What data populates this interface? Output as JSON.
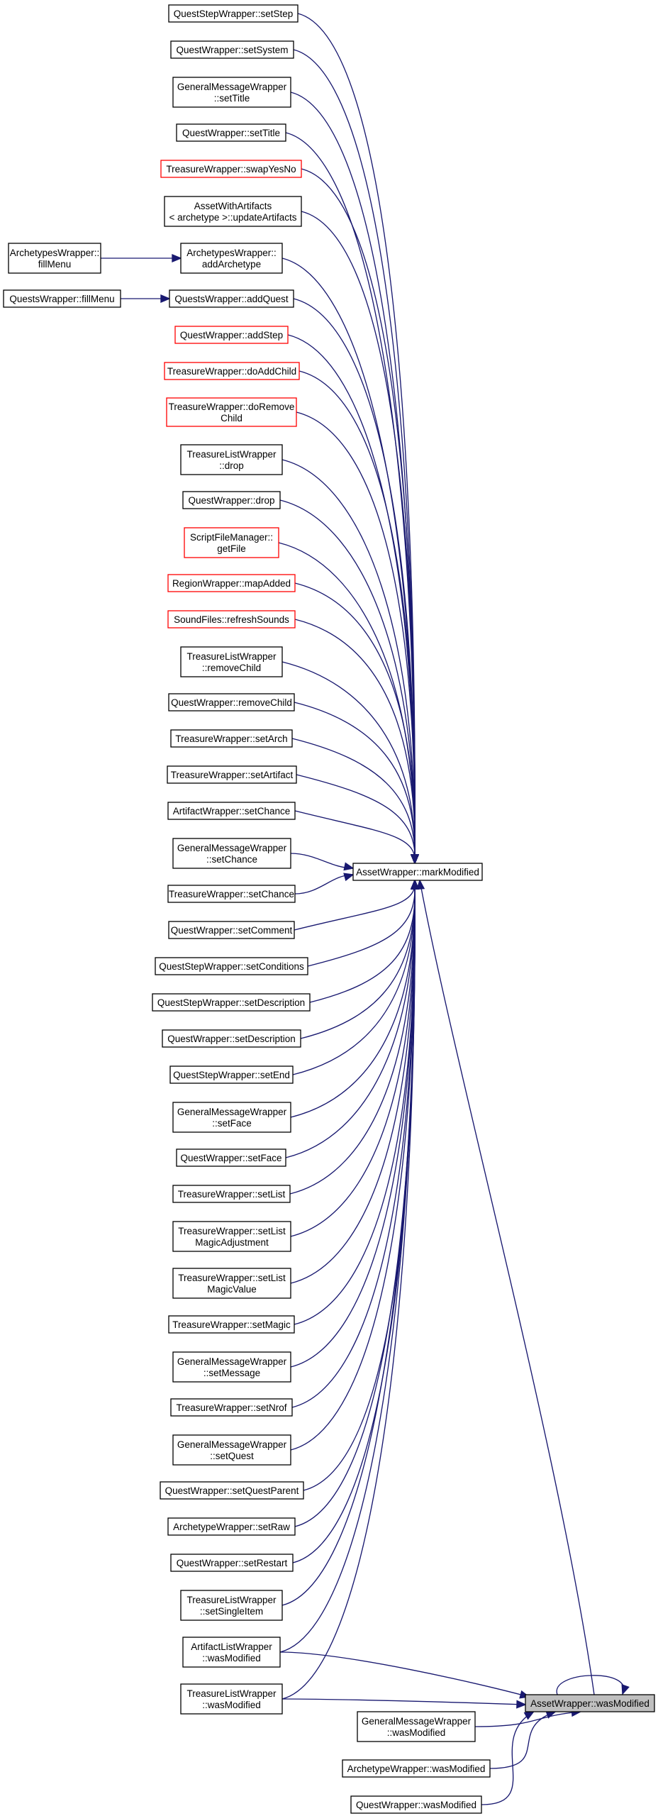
{
  "nodes": [
    {
      "id": "qsw_setStep",
      "lines": [
        "QuestStepWrapper::setStep"
      ],
      "border": "black"
    },
    {
      "id": "qw_setSystem",
      "lines": [
        "QuestWrapper::setSystem"
      ],
      "border": "black"
    },
    {
      "id": "gmw_setTitle",
      "lines": [
        "GeneralMessageWrapper",
        "::setTitle"
      ],
      "border": "black"
    },
    {
      "id": "qw_setTitle",
      "lines": [
        "QuestWrapper::setTitle"
      ],
      "border": "black"
    },
    {
      "id": "tw_swapYesNo",
      "lines": [
        "TreasureWrapper::swapYesNo"
      ],
      "border": "red"
    },
    {
      "id": "awa_updateArtifacts",
      "lines": [
        "AssetWithArtifacts",
        "< archetype >::updateArtifacts"
      ],
      "border": "black"
    },
    {
      "id": "arw_fillMenu",
      "lines": [
        "ArchetypesWrapper::",
        "fillMenu"
      ],
      "border": "black"
    },
    {
      "id": "arw_addArchetype",
      "lines": [
        "ArchetypesWrapper::",
        "addArchetype"
      ],
      "border": "black"
    },
    {
      "id": "qsw_fillMenu",
      "lines": [
        "QuestsWrapper::fillMenu"
      ],
      "border": "black"
    },
    {
      "id": "qsw_addQuest",
      "lines": [
        "QuestsWrapper::addQuest"
      ],
      "border": "black"
    },
    {
      "id": "qw_addStep",
      "lines": [
        "QuestWrapper::addStep"
      ],
      "border": "red"
    },
    {
      "id": "tw_doAddChild",
      "lines": [
        "TreasureWrapper::doAddChild"
      ],
      "border": "red"
    },
    {
      "id": "tw_doRemoveChild",
      "lines": [
        "TreasureWrapper::doRemove",
        "Child"
      ],
      "border": "red"
    },
    {
      "id": "tlw_drop",
      "lines": [
        "TreasureListWrapper",
        "::drop"
      ],
      "border": "black"
    },
    {
      "id": "qw_drop",
      "lines": [
        "QuestWrapper::drop"
      ],
      "border": "black"
    },
    {
      "id": "sfm_getFile",
      "lines": [
        "ScriptFileManager::",
        "getFile"
      ],
      "border": "red"
    },
    {
      "id": "rw_mapAdded",
      "lines": [
        "RegionWrapper::mapAdded"
      ],
      "border": "red"
    },
    {
      "id": "sf_refreshSounds",
      "lines": [
        "SoundFiles::refreshSounds"
      ],
      "border": "red"
    },
    {
      "id": "tlw_removeChild",
      "lines": [
        "TreasureListWrapper",
        "::removeChild"
      ],
      "border": "black"
    },
    {
      "id": "qw_removeChild",
      "lines": [
        "QuestWrapper::removeChild"
      ],
      "border": "black"
    },
    {
      "id": "tw_setArch",
      "lines": [
        "TreasureWrapper::setArch"
      ],
      "border": "black"
    },
    {
      "id": "tw_setArtifact",
      "lines": [
        "TreasureWrapper::setArtifact"
      ],
      "border": "black"
    },
    {
      "id": "afw_setChance",
      "lines": [
        "ArtifactWrapper::setChance"
      ],
      "border": "black"
    },
    {
      "id": "gmw_setChance",
      "lines": [
        "GeneralMessageWrapper",
        "::setChance"
      ],
      "border": "black"
    },
    {
      "id": "tw_setChance",
      "lines": [
        "TreasureWrapper::setChance"
      ],
      "border": "black"
    },
    {
      "id": "qw_setComment",
      "lines": [
        "QuestWrapper::setComment"
      ],
      "border": "black"
    },
    {
      "id": "qsw_setConditions",
      "lines": [
        "QuestStepWrapper::setConditions"
      ],
      "border": "black"
    },
    {
      "id": "qsw_setDescription",
      "lines": [
        "QuestStepWrapper::setDescription"
      ],
      "border": "black"
    },
    {
      "id": "qw_setDescription",
      "lines": [
        "QuestWrapper::setDescription"
      ],
      "border": "black"
    },
    {
      "id": "qsw_setEnd",
      "lines": [
        "QuestStepWrapper::setEnd"
      ],
      "border": "black"
    },
    {
      "id": "gmw_setFace",
      "lines": [
        "GeneralMessageWrapper",
        "::setFace"
      ],
      "border": "black"
    },
    {
      "id": "qw_setFace",
      "lines": [
        "QuestWrapper::setFace"
      ],
      "border": "black"
    },
    {
      "id": "tw_setList",
      "lines": [
        "TreasureWrapper::setList"
      ],
      "border": "black"
    },
    {
      "id": "tw_setListMagicAdjustment",
      "lines": [
        "TreasureWrapper::setList",
        "MagicAdjustment"
      ],
      "border": "black"
    },
    {
      "id": "tw_setListMagicValue",
      "lines": [
        "TreasureWrapper::setList",
        "MagicValue"
      ],
      "border": "black"
    },
    {
      "id": "tw_setMagic",
      "lines": [
        "TreasureWrapper::setMagic"
      ],
      "border": "black"
    },
    {
      "id": "gmw_setMessage",
      "lines": [
        "GeneralMessageWrapper",
        "::setMessage"
      ],
      "border": "black"
    },
    {
      "id": "tw_setNrof",
      "lines": [
        "TreasureWrapper::setNrof"
      ],
      "border": "black"
    },
    {
      "id": "gmw_setQuest",
      "lines": [
        "GeneralMessageWrapper",
        "::setQuest"
      ],
      "border": "black"
    },
    {
      "id": "qw_setQuestParent",
      "lines": [
        "QuestWrapper::setQuestParent"
      ],
      "border": "black"
    },
    {
      "id": "aw_setRaw",
      "lines": [
        "ArchetypeWrapper::setRaw"
      ],
      "border": "black"
    },
    {
      "id": "qw_setRestart",
      "lines": [
        "QuestWrapper::setRestart"
      ],
      "border": "black"
    },
    {
      "id": "tlw_setSingleItem",
      "lines": [
        "TreasureListWrapper",
        "::setSingleItem"
      ],
      "border": "black"
    },
    {
      "id": "alw_wasModified",
      "lines": [
        "ArtifactListWrapper",
        "::wasModified"
      ],
      "border": "black"
    },
    {
      "id": "tlw_wasModified",
      "lines": [
        "TreasureListWrapper",
        "::wasModified"
      ],
      "border": "black"
    },
    {
      "id": "gmw_wasModified",
      "lines": [
        "GeneralMessageWrapper",
        "::wasModified"
      ],
      "border": "black"
    },
    {
      "id": "aw_wasModified",
      "lines": [
        "ArchetypeWrapper::wasModified"
      ],
      "border": "black"
    },
    {
      "id": "qw_wasModified",
      "lines": [
        "QuestWrapper::wasModified"
      ],
      "border": "black"
    },
    {
      "id": "asw_markModified",
      "lines": [
        "AssetWrapper::markModified"
      ],
      "border": "black"
    },
    {
      "id": "asw_wasModified",
      "lines": [
        "AssetWrapper::wasModified"
      ],
      "border": "black",
      "highlight": true
    }
  ],
  "edges": [
    {
      "from": "qsw_setStep",
      "to": "asw_markModified"
    },
    {
      "from": "qw_setSystem",
      "to": "asw_markModified"
    },
    {
      "from": "gmw_setTitle",
      "to": "asw_markModified"
    },
    {
      "from": "qw_setTitle",
      "to": "asw_markModified"
    },
    {
      "from": "tw_swapYesNo",
      "to": "asw_markModified"
    },
    {
      "from": "awa_updateArtifacts",
      "to": "asw_markModified"
    },
    {
      "from": "arw_fillMenu",
      "to": "arw_addArchetype"
    },
    {
      "from": "arw_addArchetype",
      "to": "asw_markModified"
    },
    {
      "from": "qsw_fillMenu",
      "to": "qsw_addQuest"
    },
    {
      "from": "qsw_addQuest",
      "to": "asw_markModified"
    },
    {
      "from": "qw_addStep",
      "to": "asw_markModified"
    },
    {
      "from": "tw_doAddChild",
      "to": "asw_markModified"
    },
    {
      "from": "tw_doRemoveChild",
      "to": "asw_markModified"
    },
    {
      "from": "tlw_drop",
      "to": "asw_markModified"
    },
    {
      "from": "qw_drop",
      "to": "asw_markModified"
    },
    {
      "from": "sfm_getFile",
      "to": "asw_markModified"
    },
    {
      "from": "rw_mapAdded",
      "to": "asw_markModified"
    },
    {
      "from": "sf_refreshSounds",
      "to": "asw_markModified"
    },
    {
      "from": "tlw_removeChild",
      "to": "asw_markModified"
    },
    {
      "from": "qw_removeChild",
      "to": "asw_markModified"
    },
    {
      "from": "tw_setArch",
      "to": "asw_markModified"
    },
    {
      "from": "tw_setArtifact",
      "to": "asw_markModified"
    },
    {
      "from": "afw_setChance",
      "to": "asw_markModified"
    },
    {
      "from": "gmw_setChance",
      "to": "asw_markModified"
    },
    {
      "from": "tw_setChance",
      "to": "asw_markModified"
    },
    {
      "from": "qw_setComment",
      "to": "asw_markModified"
    },
    {
      "from": "qsw_setConditions",
      "to": "asw_markModified"
    },
    {
      "from": "qsw_setDescription",
      "to": "asw_markModified"
    },
    {
      "from": "qw_setDescription",
      "to": "asw_markModified"
    },
    {
      "from": "qsw_setEnd",
      "to": "asw_markModified"
    },
    {
      "from": "gmw_setFace",
      "to": "asw_markModified"
    },
    {
      "from": "qw_setFace",
      "to": "asw_markModified"
    },
    {
      "from": "tw_setList",
      "to": "asw_markModified"
    },
    {
      "from": "tw_setListMagicAdjustment",
      "to": "asw_markModified"
    },
    {
      "from": "tw_setListMagicValue",
      "to": "asw_markModified"
    },
    {
      "from": "tw_setMagic",
      "to": "asw_markModified"
    },
    {
      "from": "gmw_setMessage",
      "to": "asw_markModified"
    },
    {
      "from": "tw_setNrof",
      "to": "asw_markModified"
    },
    {
      "from": "gmw_setQuest",
      "to": "asw_markModified"
    },
    {
      "from": "qw_setQuestParent",
      "to": "asw_markModified"
    },
    {
      "from": "aw_setRaw",
      "to": "asw_markModified"
    },
    {
      "from": "qw_setRestart",
      "to": "asw_markModified"
    },
    {
      "from": "tlw_setSingleItem",
      "to": "asw_markModified"
    },
    {
      "from": "alw_wasModified",
      "to": "asw_markModified"
    },
    {
      "from": "tlw_wasModified",
      "to": "asw_markModified"
    },
    {
      "from": "asw_wasModified",
      "to": "asw_markModified"
    },
    {
      "from": "alw_wasModified",
      "to": "asw_wasModified"
    },
    {
      "from": "tlw_wasModified",
      "to": "asw_wasModified"
    },
    {
      "from": "gmw_wasModified",
      "to": "asw_wasModified"
    },
    {
      "from": "aw_wasModified",
      "to": "asw_wasModified"
    },
    {
      "from": "qw_wasModified",
      "to": "asw_wasModified"
    },
    {
      "from": "asw_wasModified",
      "to": "asw_wasModified"
    }
  ],
  "colors": {
    "edge": "#191970",
    "node_border": "#000000",
    "node_border_red": "#ff0000",
    "node_highlight_fill": "#bfbfbf",
    "background": "#ffffff"
  }
}
